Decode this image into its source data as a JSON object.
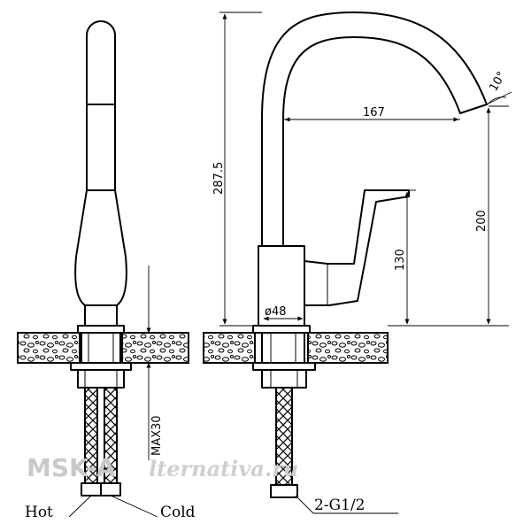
{
  "dimensions": {
    "total_height": "287.5",
    "spout_reach": "167",
    "spout_height": "200",
    "handle_height": "130",
    "body_diameter": "ø48",
    "max_counter_thickness": "MAX30",
    "spout_angle": "10°",
    "connection": "2-G1/2"
  },
  "labels": {
    "hot": "Hot",
    "cold": "Cold"
  },
  "watermark": {
    "left": "MSK-A",
    "right": "lternativa.ru"
  }
}
